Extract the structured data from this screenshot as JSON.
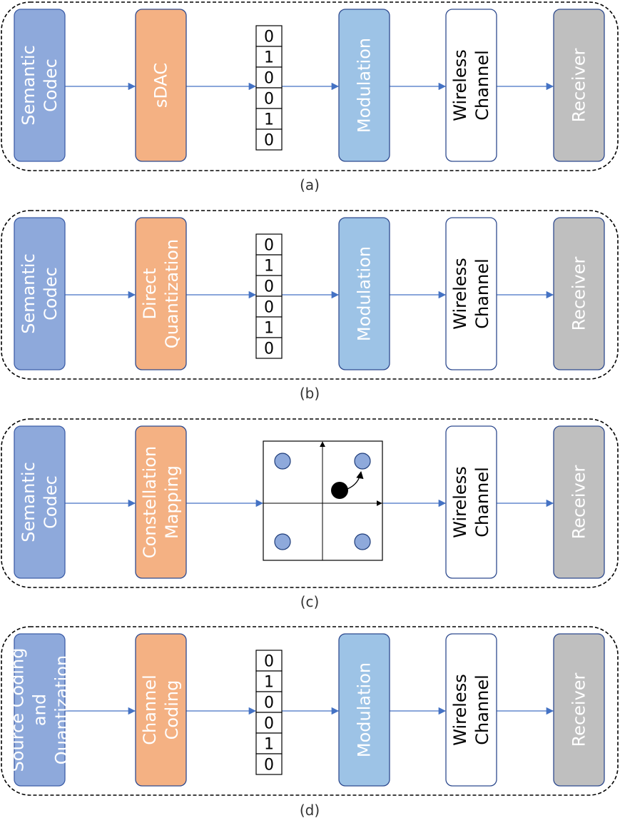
{
  "colors": {
    "codec": "#8EA9DB",
    "codec_border": "#3F5FA8",
    "process": "#F4B183",
    "process_border": "#2F4B8F",
    "modulation": "#9DC3E6",
    "modulation_border": "#2F4B8F",
    "channel": "#FFFFFF",
    "channel_border": "#2F4B8F",
    "receiver": "#BFBFBF",
    "receiver_border": "#2F4B8F",
    "arrow": "#4472C4",
    "text_light": "#FFFFFF",
    "text_dark": "#000000"
  },
  "panels": [
    {
      "caption": "(a)",
      "blocks": [
        {
          "kind": "codec",
          "lines": [
            "Semantic",
            "Codec"
          ]
        },
        {
          "kind": "process",
          "lines": [
            "sDAC"
          ]
        },
        {
          "kind": "bits",
          "bits": [
            "0",
            "1",
            "0",
            "0",
            "1",
            "0"
          ]
        },
        {
          "kind": "modulation",
          "lines": [
            "Modulation"
          ]
        },
        {
          "kind": "channel",
          "lines": [
            "Wireless",
            "Channel"
          ]
        },
        {
          "kind": "receiver",
          "lines": [
            "Receiver"
          ]
        }
      ]
    },
    {
      "caption": "(b)",
      "blocks": [
        {
          "kind": "codec",
          "lines": [
            "Semantic",
            "Codec"
          ]
        },
        {
          "kind": "process",
          "lines": [
            "Direct",
            "Quantization"
          ]
        },
        {
          "kind": "bits",
          "bits": [
            "0",
            "1",
            "0",
            "0",
            "1",
            "0"
          ]
        },
        {
          "kind": "modulation",
          "lines": [
            "Modulation"
          ]
        },
        {
          "kind": "channel",
          "lines": [
            "Wireless",
            "Channel"
          ]
        },
        {
          "kind": "receiver",
          "lines": [
            "Receiver"
          ]
        }
      ]
    },
    {
      "caption": "(c)",
      "blocks": [
        {
          "kind": "codec",
          "lines": [
            "Semantic",
            "Codec"
          ]
        },
        {
          "kind": "process",
          "lines": [
            "Constellation",
            "Mapping"
          ]
        },
        {
          "kind": "constellation"
        },
        {
          "kind": "channel",
          "lines": [
            "Wireless",
            "Channel"
          ]
        },
        {
          "kind": "receiver",
          "lines": [
            "Receiver"
          ]
        }
      ]
    },
    {
      "caption": "(d)",
      "blocks": [
        {
          "kind": "codec",
          "lines": [
            "Source Coding",
            "and",
            "Quantization"
          ]
        },
        {
          "kind": "process",
          "lines": [
            "Channel",
            "Coding"
          ]
        },
        {
          "kind": "bits",
          "bits": [
            "0",
            "1",
            "0",
            "0",
            "1",
            "0"
          ]
        },
        {
          "kind": "modulation",
          "lines": [
            "Modulation"
          ]
        },
        {
          "kind": "channel",
          "lines": [
            "Wireless",
            "Channel"
          ]
        },
        {
          "kind": "receiver",
          "lines": [
            "Receiver"
          ]
        }
      ]
    }
  ]
}
